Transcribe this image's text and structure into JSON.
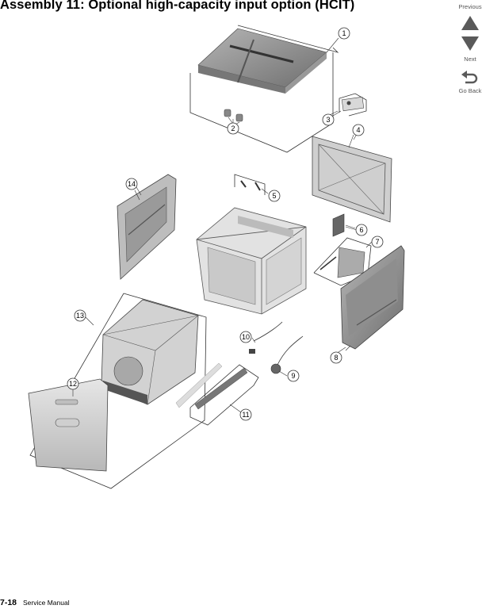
{
  "page": {
    "title": "Assembly 11:  Optional high-capacity input option (HCIT)",
    "page_number": "7-18",
    "manual_name": "Service Manual"
  },
  "nav": {
    "previous_label": "Previous",
    "next_label": "Next",
    "back_label": "Go Back",
    "accent_color": "#5a5a5a"
  },
  "callouts": [
    "1",
    "2",
    "3",
    "4",
    "5",
    "6",
    "7",
    "8",
    "9",
    "10",
    "11",
    "12",
    "13",
    "14"
  ]
}
